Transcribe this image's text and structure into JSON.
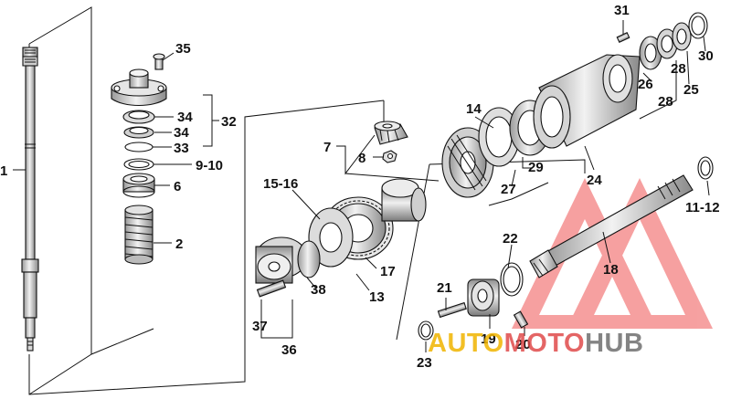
{
  "diagram": {
    "callouts": [
      "1",
      "2",
      "6",
      "9-10",
      "33",
      "34",
      "34",
      "32",
      "35",
      "7",
      "8",
      "15-16",
      "17",
      "13",
      "38",
      "37",
      "36",
      "14",
      "29",
      "27",
      "24",
      "26",
      "28",
      "28",
      "25",
      "30",
      "31",
      "11-12",
      "18",
      "22",
      "21",
      "19",
      "20",
      "23"
    ]
  },
  "watermark": {
    "part1": "AUTO",
    "part2": "MOTO",
    "part3": "HUB",
    "colors": {
      "auto": "#f0b400",
      "moto": "#e04b4b",
      "hub": "#6f6f6f",
      "triangle": "#ee4444"
    }
  }
}
